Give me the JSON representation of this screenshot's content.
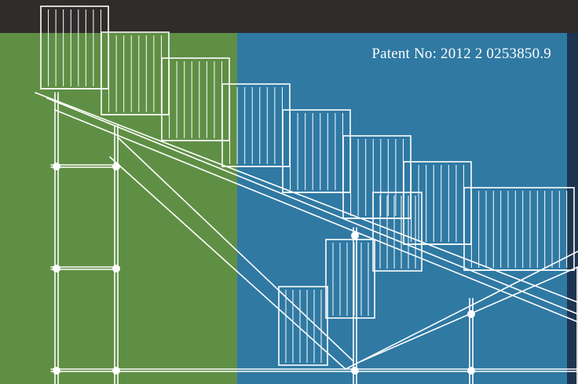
{
  "patent_label": "Patent No: 2012 2 0253850.9",
  "colors": {
    "top_band": "#302c2b",
    "green_panel": "#5f8f45",
    "blue_panel": "#2f79a3",
    "dark_strip": "#1e3551",
    "line": "#ffffff"
  },
  "drawing": {
    "subject": "grandstand-stair-scaffold-line-drawing",
    "stair_step_count": 8,
    "lower_stair_step_count": 3
  }
}
